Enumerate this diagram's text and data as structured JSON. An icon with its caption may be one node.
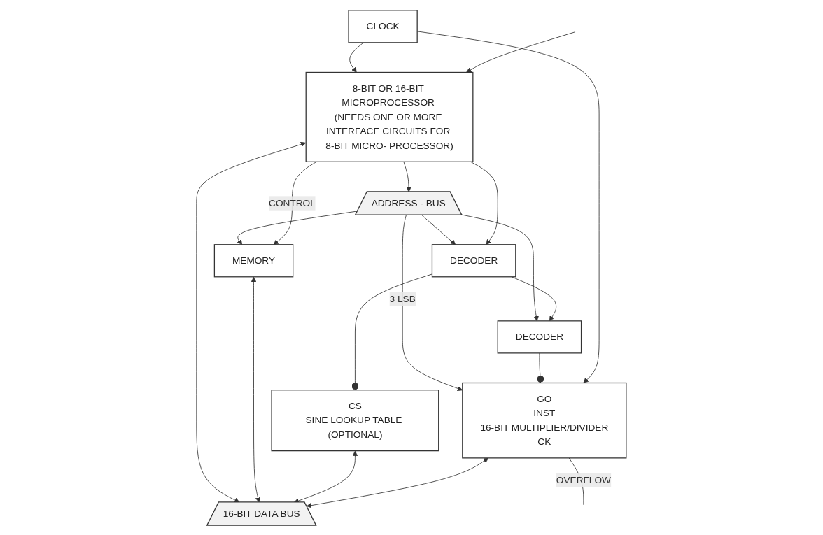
{
  "diagram": {
    "nodes": [
      {
        "text": [
          "8-BIT OR 16-BIT MICROPROCESSOR (NEEDS ONE OR MORE INTERFACE CIRCUITS FOR 8-BIT MICRO- PROCESSOR)"
        ]
      },
      {
        "text": [
          "MEMORY"
        ]
      },
      {
        "text": [
          "CS",
          "SINE LOOKUP TABLE (OPTIONAL)"
        ]
      },
      {
        "text": [
          "GO",
          "INST",
          "16-BIT MULTIPLIER/DIVIDER",
          "CK"
        ]
      },
      {
        "text": [
          "DECODER"
        ]
      },
      {
        "text": [
          "DECODER"
        ]
      },
      {
        "text": [
          "CLOCK"
        ]
      },
      {
        "text": [
          "ADDRESS - BUS"
        ]
      },
      {
        "text": [
          "16-BIT DATA BUS"
        ]
      }
    ],
    "edges": [
      {
        "from": 0,
        "to": 7,
        "arrow": "to"
      },
      {
        "from": 7,
        "to": 1,
        "arrow": "to"
      },
      {
        "from": 7,
        "to": 4,
        "arrow": "to"
      },
      {
        "from": 7,
        "to": 5,
        "arrow": "to"
      },
      {
        "from": 7,
        "to": 3,
        "arrow": "to",
        "label": "3 LSB"
      },
      {
        "from": 0,
        "to": 1,
        "arrow": "to",
        "label": "CONTROL"
      },
      {
        "from": 0,
        "to": 4,
        "arrow": "to"
      },
      {
        "from": 4,
        "to": 5,
        "arrow": "to"
      },
      {
        "from": 4,
        "to": 2,
        "arrow": "other"
      },
      {
        "from": 5,
        "to": 3,
        "arrow": "other"
      },
      {
        "from": 0,
        "to": 8,
        "arrow": "both"
      },
      {
        "from": 1,
        "to": 8,
        "arrow": "both"
      },
      {
        "from": 2,
        "to": 8,
        "arrow": "both"
      },
      {
        "from": 3,
        "to": 8,
        "arrow": "both"
      },
      {
        "from": 3,
        "to": null,
        "arrow": "none",
        "label": "OVERFLOW"
      },
      {
        "from": 6,
        "to": 0,
        "arrow": "to"
      },
      {
        "from": 6,
        "to": 3,
        "arrow": "to"
      },
      {
        "from": null,
        "to": 0,
        "arrow": "to"
      }
    ]
  }
}
